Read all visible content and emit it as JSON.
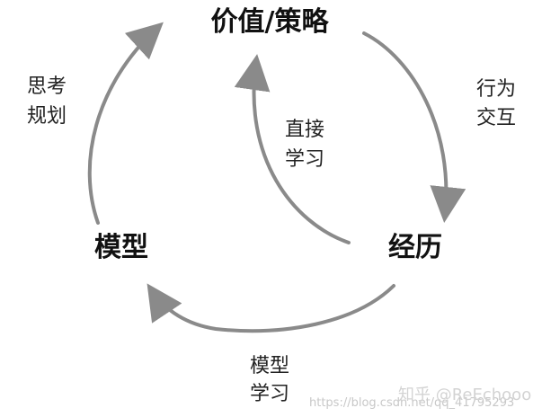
{
  "nodes": {
    "value_policy": "价值/策略",
    "experience": "经历",
    "model": "模型"
  },
  "edges": {
    "interaction": [
      "行为",
      "交互"
    ],
    "direct_learning": [
      "直接",
      "学习"
    ],
    "model_learning": [
      "模型",
      "学习"
    ],
    "planning": [
      "思考",
      "规划"
    ]
  },
  "watermark": {
    "blog": "https://blog.csdn.net/qq_41795293",
    "zhihu": "知乎 @ReEchooo"
  },
  "colors": {
    "arrow": "#8a8a8a",
    "text": "#111111",
    "background": "#ffffff"
  }
}
